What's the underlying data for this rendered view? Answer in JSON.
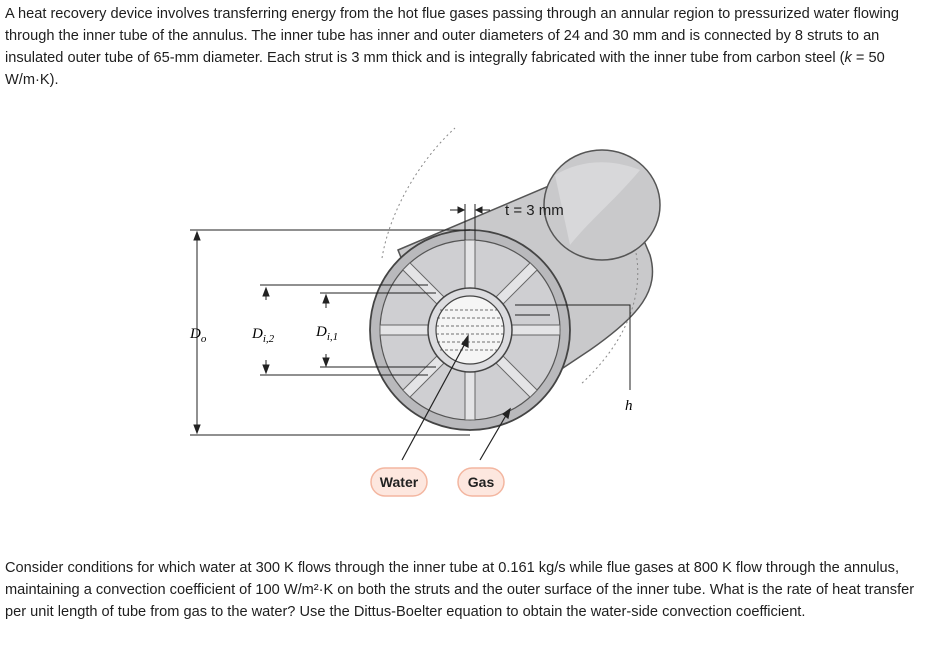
{
  "problem": {
    "intro": "A heat recovery device involves transferring energy from the hot flue gases passing through an annular region to pressurized water flowing through the inner tube of the annulus. The inner tube has inner and outer diameters of 24 and 30 mm and is connected by 8 struts to an insulated outer tube of 65-mm diameter. Each strut is 3 mm thick and is integrally fabricated with the inner tube from carbon steel (",
    "k_symbol": "k",
    "k_value": " = 50 W/m·K).",
    "question": "Consider conditions for which water at 300 K flows through the inner tube at 0.161 kg/s while flue gases at 800 K flow through the annulus, maintaining a convection coefficient of 100 W/m²·K on both the struts and the outer surface of the inner tube. What is the rate of heat transfer per unit length of tube from gas to the water? Use the Dittus-Boelter equation to obtain the water-side convection coefficient."
  },
  "figure": {
    "labels": {
      "thickness": "t = 3 mm",
      "Do_main": "D",
      "Do_sub": "o",
      "Di2_main": "D",
      "Di2_sub": "i,2",
      "Di1_main": "D",
      "Di1_sub": "i,1",
      "h": "h",
      "water": "Water",
      "gas": "Gas"
    },
    "colors": {
      "tube_gray": "#c9c9cb",
      "strut_gray": "#e4e4e6",
      "badge_fill": "#fde7df",
      "badge_stroke": "#f3b6a0"
    }
  }
}
